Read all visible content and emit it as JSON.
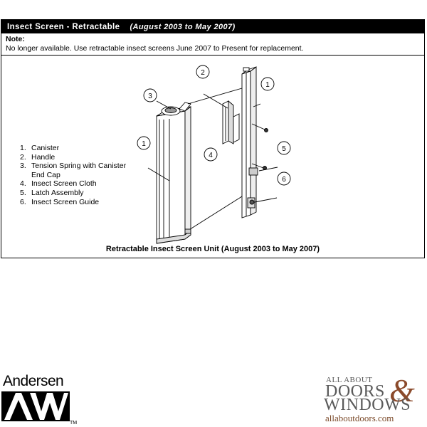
{
  "header": {
    "title": "Insect Screen - Retractable",
    "date_range": "(August 2003 to May 2007)"
  },
  "note": {
    "label": "Note:",
    "text": "No longer available. Use retractable insect screens June 2007 to Present for replacement."
  },
  "diagram": {
    "callouts": [
      "1",
      "2",
      "3",
      "1",
      "4",
      "5",
      "6"
    ],
    "parts": [
      {
        "num": "1.",
        "name": "Canister"
      },
      {
        "num": "2.",
        "name": "Handle"
      },
      {
        "num": "3.",
        "name": "Tension Spring with Canister End Cap"
      },
      {
        "num": "4.",
        "name": "Insect Screen Cloth"
      },
      {
        "num": "5.",
        "name": "Latch Assembly"
      },
      {
        "num": "6.",
        "name": "Insect Screen Guide"
      }
    ],
    "caption": "Retractable Insect Screen Unit (August 2003 to May 2007)"
  },
  "logos": {
    "andersen_word": "Andersen",
    "andersen_mark": "AW",
    "andersen_tm": "TM",
    "store_line1": "ALL ABOUT",
    "store_line2": "DOORS",
    "store_amp": "&",
    "store_line3": "WINDOWS",
    "store_url": "allaboutdoors.com"
  },
  "colors": {
    "accent_brown": "#8b4a2b",
    "logo_gray": "#5a5a5a",
    "header_bg": "#000000"
  }
}
